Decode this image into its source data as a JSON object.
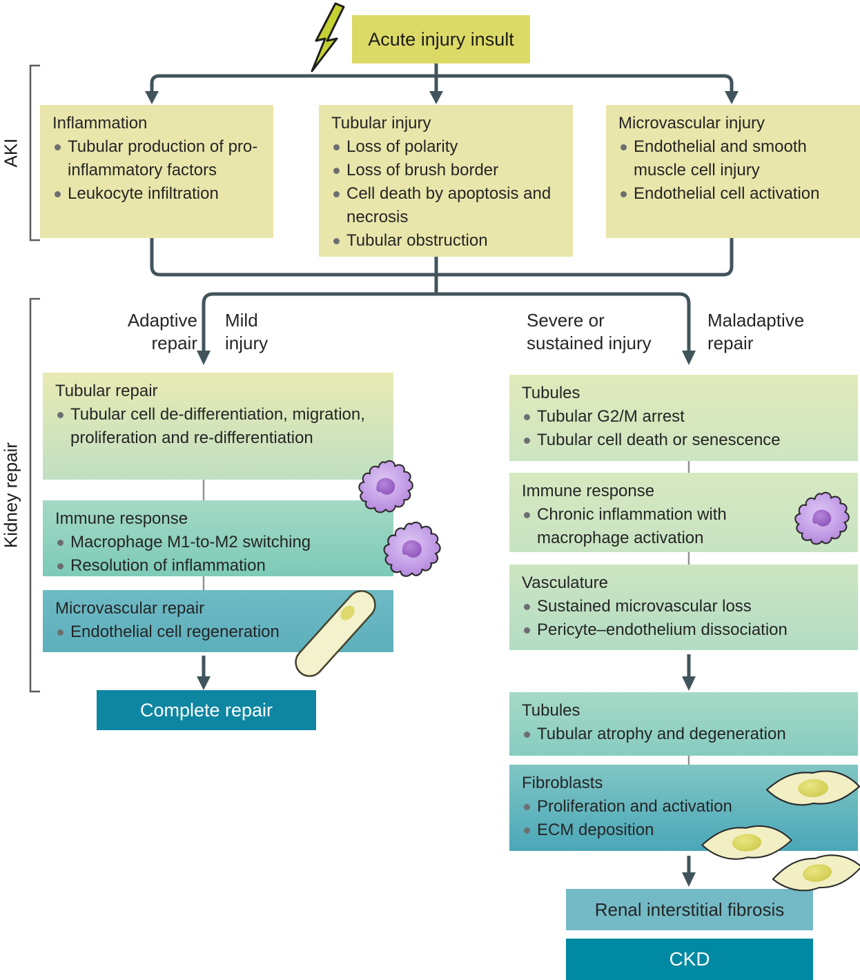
{
  "header": {
    "acute_injury_label": "Acute injury insult"
  },
  "side_labels": {
    "aki": "AKI",
    "kidney_repair": "Kidney repair"
  },
  "aki_boxes": [
    {
      "title": "Inflammation",
      "bullets": [
        "Tubular production of pro-inflammatory factors",
        "Leukocyte infiltration"
      ]
    },
    {
      "title": "Tubular injury",
      "bullets": [
        "Loss of polarity",
        "Loss of brush border",
        "Cell death by apoptosis and necrosis",
        "Tubular obstruction"
      ]
    },
    {
      "title": "Microvascular injury",
      "bullets": [
        "Endothelial and smooth muscle cell injury",
        "Endothelial cell activation"
      ]
    }
  ],
  "branch_labels": {
    "adaptive_repair": "Adaptive repair",
    "mild_injury": "Mild injury",
    "severe_sustained_injury": "Severe or sustained injury",
    "maladaptive_repair": "Maladaptive repair"
  },
  "left_path": [
    {
      "title": "Tubular repair",
      "bullets": [
        "Tubular cell de-differentiation, migration, proliferation and re-differentiation"
      ]
    },
    {
      "title": "Immune response",
      "bullets": [
        "Macrophage M1-to-M2 switching",
        "Resolution of inflammation"
      ]
    },
    {
      "title": "Microvascular repair",
      "bullets": [
        "Endothelial cell regeneration"
      ]
    }
  ],
  "left_outcome": {
    "complete_repair": "Complete repair"
  },
  "right_path": [
    {
      "title": "Tubules",
      "bullets": [
        "Tubular G2/M arrest",
        "Tubular cell death or senescence"
      ]
    },
    {
      "title": "Immune response",
      "bullets": [
        "Chronic inflammation with macrophage activation"
      ]
    },
    {
      "title": "Vasculature",
      "bullets": [
        "Sustained microvascular loss",
        "Pericyte–endothelium dissociation"
      ]
    },
    {
      "title": "Tubules",
      "bullets": [
        "Tubular atrophy and degeneration"
      ]
    },
    {
      "title": "Fibroblasts",
      "bullets": [
        "Proliferation and activation",
        "ECM deposition"
      ]
    }
  ],
  "right_outcomes": {
    "renal_interstitial_fibrosis": "Renal interstitial fibrosis",
    "ckd": "CKD"
  },
  "icons": {
    "lightning": "lightning-bolt",
    "macrophage": "macrophage-cell",
    "endothelial": "endothelial-cell",
    "fibroblast": "fibroblast-cell"
  },
  "colors": {
    "aki_box": "#e9e6ab",
    "acute_box": "#dcda66",
    "connector_dark": "#41545b",
    "connector_thin": "#8f9396",
    "complete_repair": "#0e86a2",
    "renal_fibrosis": "#73bac6",
    "ckd": "#0089a2",
    "macrophage_purple": "#c5a1e8",
    "cell_yellow": "#f2efc4"
  }
}
